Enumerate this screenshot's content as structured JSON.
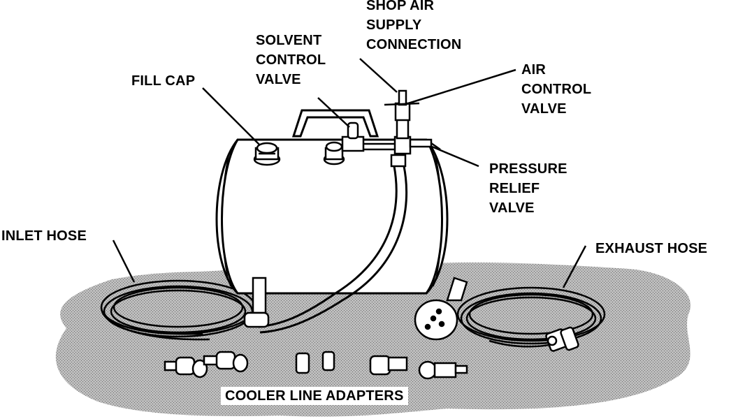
{
  "diagram": {
    "labels": {
      "shop_air": [
        "SHOP AIR",
        "SUPPLY",
        "CONNECTION"
      ],
      "solvent_valve": [
        "SOLVENT",
        "CONTROL",
        "VALVE"
      ],
      "fill_cap": [
        "FILL CAP"
      ],
      "air_control": [
        "AIR",
        "CONTROL",
        "VALVE"
      ],
      "pressure_relief": [
        "PRESSURE",
        "RELIEF",
        "VALVE"
      ],
      "inlet_hose": [
        "INLET HOSE"
      ],
      "exhaust_hose": [
        "EXHAUST HOSE"
      ],
      "adapters": [
        "COOLER LINE ADAPTERS"
      ]
    },
    "colors": {
      "ink": "#000000",
      "ground_fill": "#c8c8c8",
      "paper": "#ffffff"
    }
  }
}
